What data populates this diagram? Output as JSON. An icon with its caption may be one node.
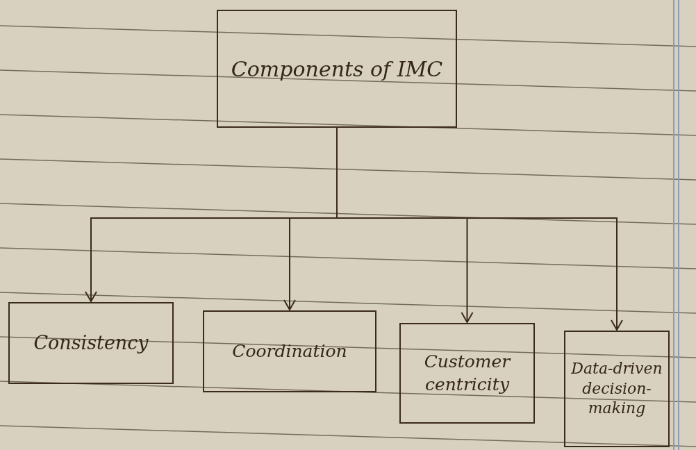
{
  "diagram": {
    "nodes": [
      {
        "text": [
          "Components of IMC"
        ]
      },
      {
        "text": [
          "Consistency"
        ]
      },
      {
        "text": [
          "Coordination"
        ]
      },
      {
        "text": [
          "Customer centricity"
        ]
      },
      {
        "text": [
          "Data-driven decision-making"
        ]
      }
    ],
    "edges": [
      {
        "from": 0,
        "to": 1,
        "arrow": "to"
      },
      {
        "from": 0,
        "to": 2,
        "arrow": "to"
      },
      {
        "from": 0,
        "to": 3,
        "arrow": "to"
      },
      {
        "from": 0,
        "to": 4,
        "arrow": "to"
      }
    ]
  }
}
